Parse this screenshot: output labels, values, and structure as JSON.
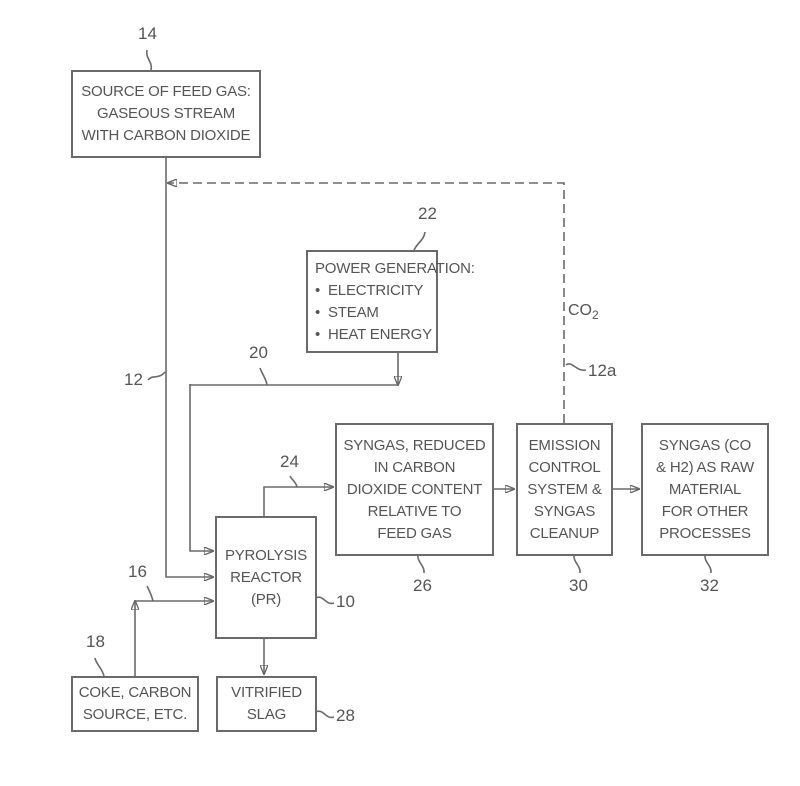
{
  "diagram": {
    "boxes": {
      "feed_gas": {
        "ref": "14",
        "lines": [
          "SOURCE OF FEED GAS:",
          "GASEOUS STREAM",
          "WITH CARBON DIOXIDE"
        ]
      },
      "power": {
        "ref": "22",
        "title": "POWER GENERATION:",
        "bullets": [
          "ELECTRICITY",
          "STEAM",
          "HEAT ENERGY"
        ],
        "bullet_char": "•"
      },
      "syngas_reduced": {
        "ref": "26",
        "lines": [
          "SYNGAS, REDUCED",
          "IN CARBON",
          "DIOXIDE CONTENT",
          "RELATIVE TO",
          "FEED GAS"
        ]
      },
      "emission": {
        "ref": "30",
        "lines": [
          "EMISSION",
          "CONTROL",
          "SYSTEM &",
          "SYNGAS",
          "CLEANUP"
        ]
      },
      "raw_material": {
        "ref": "32",
        "lines": [
          "SYNGAS (CO",
          "& H2) AS RAW",
          "MATERIAL",
          "FOR OTHER",
          "PROCESSES"
        ]
      },
      "reactor": {
        "ref": "10",
        "lines": [
          "PYROLYSIS",
          "REACTOR",
          "(PR)"
        ]
      },
      "coke": {
        "ref": "18",
        "lines": [
          "COKE, CARBON",
          "SOURCE, ETC."
        ]
      },
      "slag": {
        "ref": "28",
        "lines": [
          "VITRIFIED",
          "SLAG"
        ]
      }
    },
    "connectors": {
      "feed_line": "12",
      "recycle_line": "12a",
      "recycle_label": "CO",
      "recycle_label_sub": "2",
      "power_line": "20",
      "syngas_line": "24",
      "coke_line": "16"
    }
  }
}
